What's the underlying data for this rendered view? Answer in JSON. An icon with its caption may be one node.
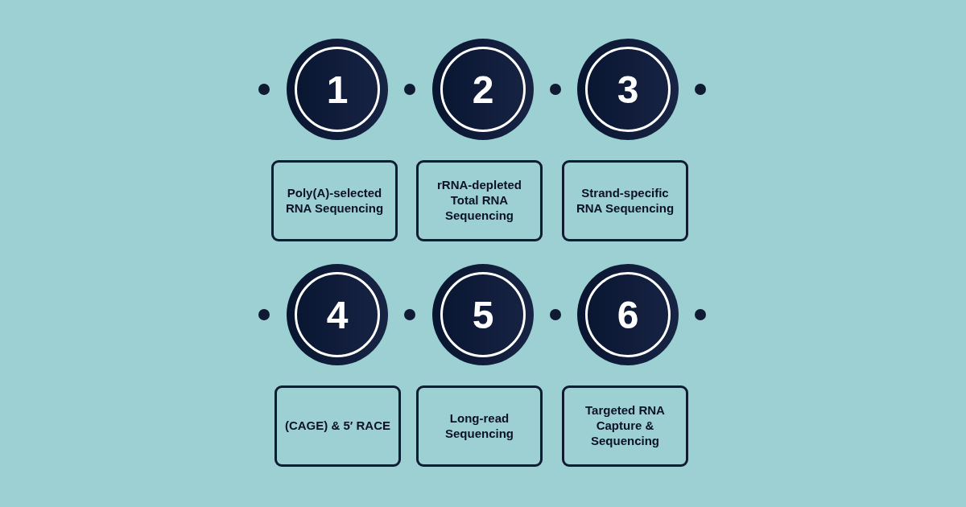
{
  "diagram": {
    "nodes": [
      {
        "text": [
          "1"
        ]
      },
      {
        "text": [
          "2"
        ]
      },
      {
        "text": [
          "3"
        ]
      },
      {
        "text": [
          "Poly(A)-selected RNA Sequencing"
        ]
      },
      {
        "text": [
          "rRNA-depleted Total RNA Sequencing"
        ]
      },
      {
        "text": [
          "Strand-specific RNA Sequencing"
        ]
      },
      {
        "text": [
          "4"
        ]
      },
      {
        "text": [
          "5"
        ]
      },
      {
        "text": [
          "6"
        ]
      },
      {
        "text": [
          "(CAGE) & 5′ RACE"
        ]
      },
      {
        "text": [
          "Long-read Sequencing"
        ]
      },
      {
        "text": [
          "Targeted RNA Capture & Sequencing"
        ]
      }
    ]
  }
}
